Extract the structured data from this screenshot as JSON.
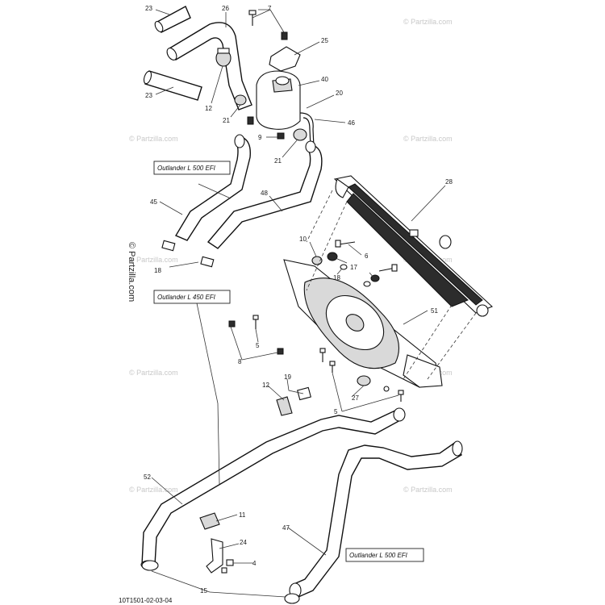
{
  "diagram": {
    "doc_id": "10T1501-02-03-04",
    "watermark_side": "© Partzilla.com",
    "watermark_repeat": "© Partzilla.com",
    "model_labels": {
      "top": "Outlander L 500 EFI",
      "middle": "Outlander L 450 EFI",
      "bottom": "Outlander L 500 EFI"
    },
    "callouts": {
      "c23a": "23",
      "c26": "26",
      "c7": "7",
      "c25": "25",
      "c40": "40",
      "c23b": "23",
      "c12a": "12",
      "c20": "20",
      "c21a": "21",
      "c46": "46",
      "c9": "9",
      "c21b": "21",
      "c28": "28",
      "c45": "45",
      "c48": "48",
      "c10": "10",
      "c6": "6",
      "c17": "17",
      "c18a": "18",
      "c18b": "18",
      "c51": "51",
      "c5a": "5",
      "c8": "8",
      "c19": "19",
      "c12b": "12",
      "c27": "27",
      "c5b": "5",
      "c52": "52",
      "c11": "11",
      "c47": "47",
      "c24": "24",
      "c4": "4",
      "c15": "15"
    }
  }
}
